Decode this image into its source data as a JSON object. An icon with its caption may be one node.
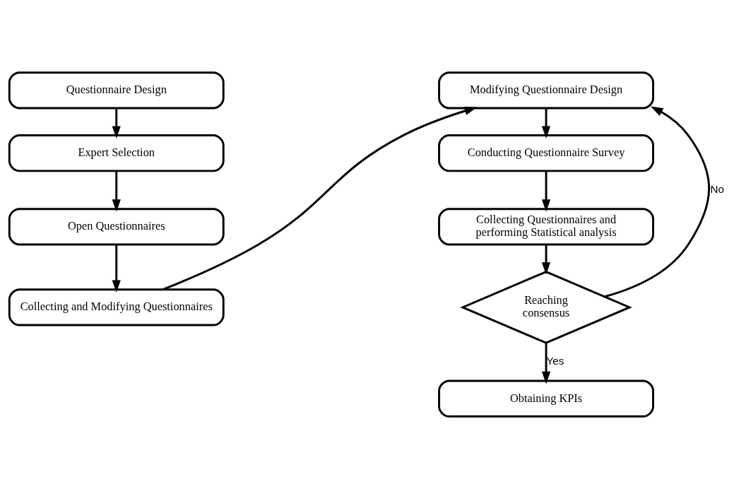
{
  "diagram": {
    "nodes": [
      {
        "text": [
          "Questionnaire Design"
        ]
      },
      {
        "text": [
          "Expert Selection"
        ]
      },
      {
        "text": [
          "Open Questionnaires"
        ]
      },
      {
        "text": [
          "Collecting and Modifying Questionnaires"
        ]
      },
      {
        "text": [
          "Modifying Questionnaire Design"
        ]
      },
      {
        "text": [
          "Conducting Questionnaire Survey"
        ]
      },
      {
        "text": [
          "Collecting Questionnaires and performing Statistical analysis"
        ]
      },
      {
        "text": [
          "Reaching consensus"
        ]
      },
      {
        "text": [
          "Obtaining KPIs"
        ]
      }
    ],
    "edges": [
      {
        "from": 0,
        "to": 1,
        "arrow": "to"
      },
      {
        "from": 1,
        "to": 2,
        "arrow": "to"
      },
      {
        "from": 2,
        "to": 3,
        "arrow": "to"
      },
      {
        "from": 3,
        "to": 4,
        "arrow": "to"
      },
      {
        "from": 4,
        "to": 5,
        "arrow": "to"
      },
      {
        "from": 5,
        "to": 6,
        "arrow": "to"
      },
      {
        "from": 6,
        "to": 7,
        "arrow": "to"
      },
      {
        "from": 7,
        "to": 8,
        "label": "Yes",
        "arrow": "to"
      },
      {
        "from": 7,
        "to": 4,
        "label": "No",
        "arrow": "to"
      }
    ]
  }
}
